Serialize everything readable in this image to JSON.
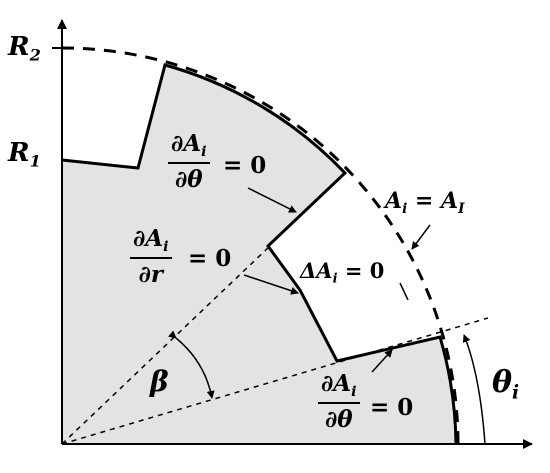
{
  "labels": {
    "r2": "R",
    "r2_sub": "2",
    "r1": "R",
    "r1_sub": "1",
    "beta": "β",
    "theta_main": "θ",
    "theta_sub": "i",
    "ai_eq_ai_lhs": "A",
    "ai_eq_ai_lhs_sub": "i",
    "ai_eq_ai_mid": " = ",
    "ai_eq_ai_rhs": "A",
    "ai_eq_ai_rhs_sub": "I",
    "delta_ai": "ΔA",
    "delta_ai_sub": "i",
    "delta_ai_eq": " = 0"
  },
  "fractions": {
    "top": {
      "num": "∂A",
      "num_sub": "i",
      "den": "∂θ",
      "eq": "= 0"
    },
    "mid": {
      "num": "∂A",
      "num_sub": "i",
      "den": "∂r",
      "eq": "= 0"
    },
    "bottom": {
      "num": "∂A",
      "num_sub": "i",
      "den": "∂θ",
      "eq": "= 0"
    }
  },
  "colors": {
    "fill": "#e3e3e3",
    "stroke": "#000000"
  }
}
